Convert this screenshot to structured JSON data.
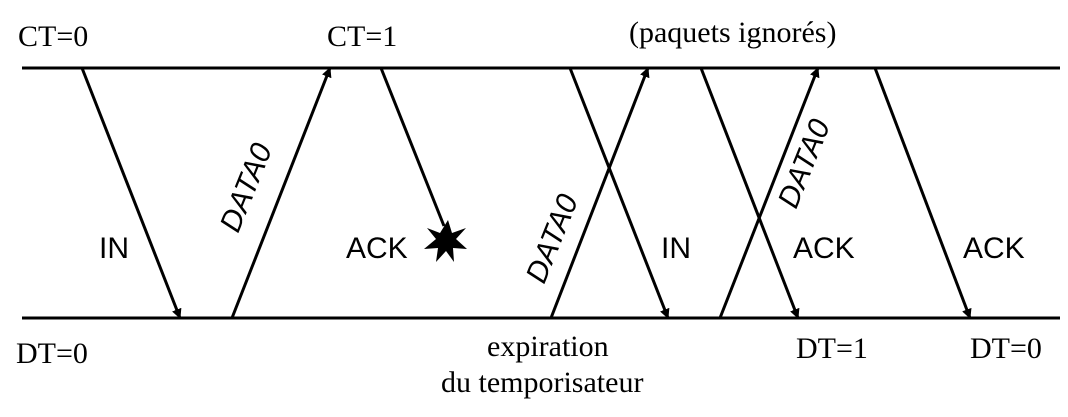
{
  "labels": {
    "ct0": "CT=0",
    "ct1": "CT=1",
    "ignored": "(paquets ignorés)",
    "dt0_left": "DT=0",
    "expiration": "expiration",
    "timer": "du temporisateur",
    "dt1": "DT=1",
    "dt0_right": "DT=0"
  },
  "messages": {
    "in1": "IN",
    "data0_1": "DATA0",
    "ack_lost": "ACK",
    "data0_2": "DATA0",
    "in2": "IN",
    "data0_3": "DATA0",
    "ack2": "ACK",
    "ack3": "ACK"
  }
}
